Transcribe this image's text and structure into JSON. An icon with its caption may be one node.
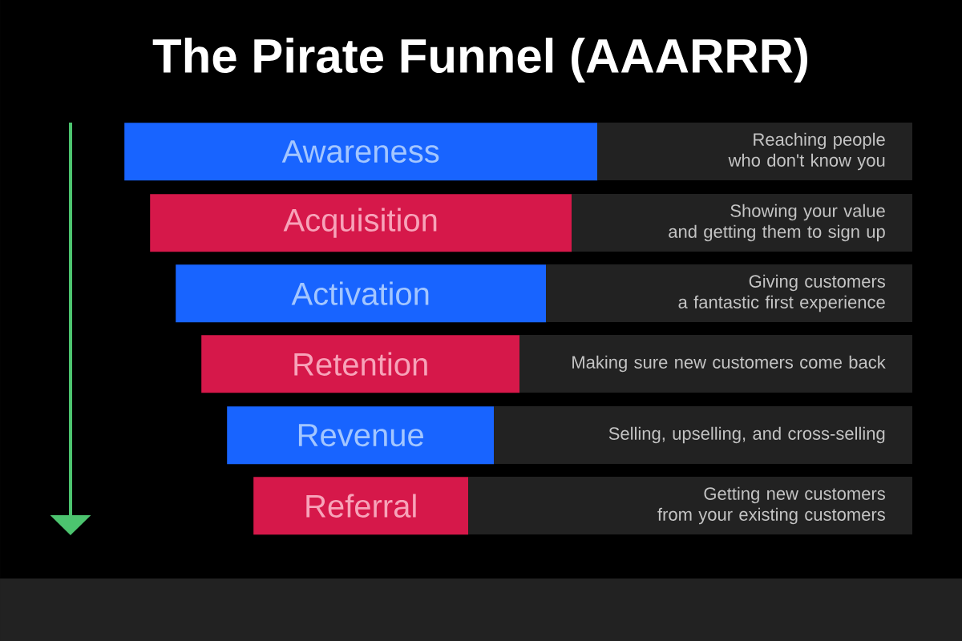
{
  "diagram": {
    "title": "The Pirate Funnel (AAARRR)",
    "nodes": [
      {
        "text": [
          "Awareness"
        ]
      },
      {
        "text": [
          "Reaching people who don't know you"
        ]
      },
      {
        "text": [
          "Acquisition"
        ]
      },
      {
        "text": [
          "Showing your value and getting them to sign up"
        ]
      },
      {
        "text": [
          "Activation"
        ]
      },
      {
        "text": [
          "Giving customers a fantastic first experience"
        ]
      },
      {
        "text": [
          "Retention"
        ]
      },
      {
        "text": [
          "Making sure new customers come back"
        ]
      },
      {
        "text": [
          "Revenue"
        ]
      },
      {
        "text": [
          "Selling, upselling, and cross-selling"
        ]
      },
      {
        "text": [
          "Referral"
        ]
      },
      {
        "text": [
          "Getting new customers from your existing customers"
        ]
      }
    ]
  }
}
